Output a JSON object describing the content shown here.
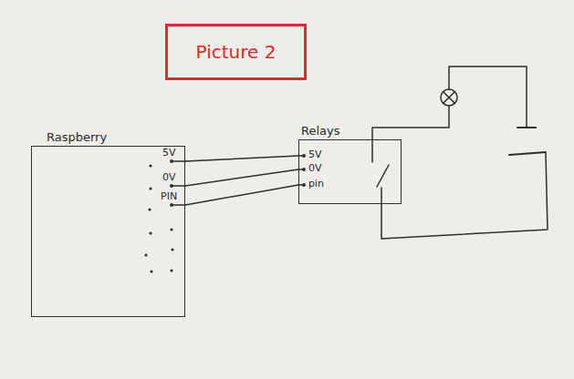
{
  "diagram": {
    "nodes": [
      {
        "text": [
          "Picture 2"
        ]
      },
      {
        "text": [
          "Raspberry"
        ]
      },
      {
        "text": [
          "Relays"
        ]
      }
    ],
    "edges": [
      {
        "from": 1,
        "to": 2,
        "arrow": "none"
      },
      {
        "from": 1,
        "to": 2,
        "arrow": "none"
      },
      {
        "from": 1,
        "to": 2,
        "arrow": "none"
      }
    ],
    "labels": [
      "5V",
      "0V",
      "PIN",
      "5V",
      "0V",
      "pin"
    ]
  }
}
